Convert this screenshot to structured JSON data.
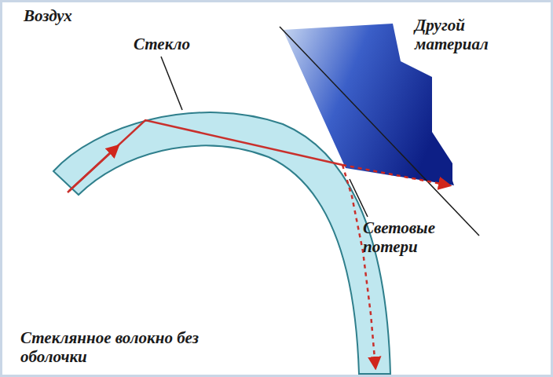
{
  "diagram": {
    "nodes": [
      {
        "text": [
          "Другой материал"
        ]
      }
    ],
    "labels": [
      "Воздух",
      "Стекло",
      "Световые потери",
      "Стеклянное волокно без оболочки"
    ]
  }
}
